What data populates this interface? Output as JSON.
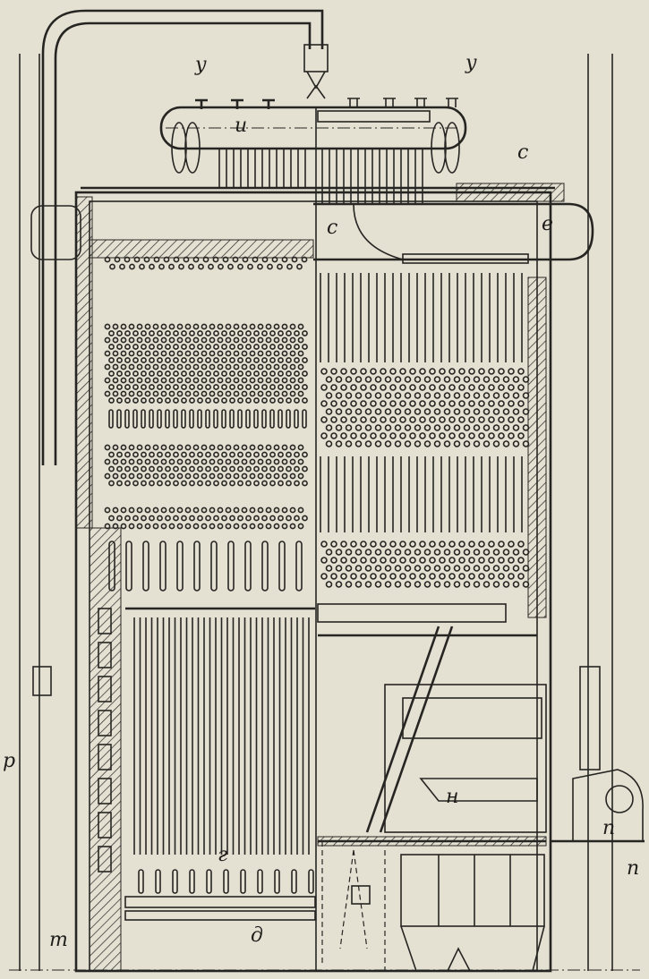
{
  "figure": {
    "labels": {
      "y_left": "у",
      "y_right": "у",
      "u": "и",
      "c_top": "с",
      "c_mid": "с",
      "e": "е",
      "p": "р",
      "n_furnace": "н",
      "p_fan": "п",
      "p_fan2": "п",
      "g": "г",
      "d": "д",
      "t": "т"
    },
    "colors": {
      "paper": "#e4e1d3",
      "ink": "#262522"
    }
  }
}
